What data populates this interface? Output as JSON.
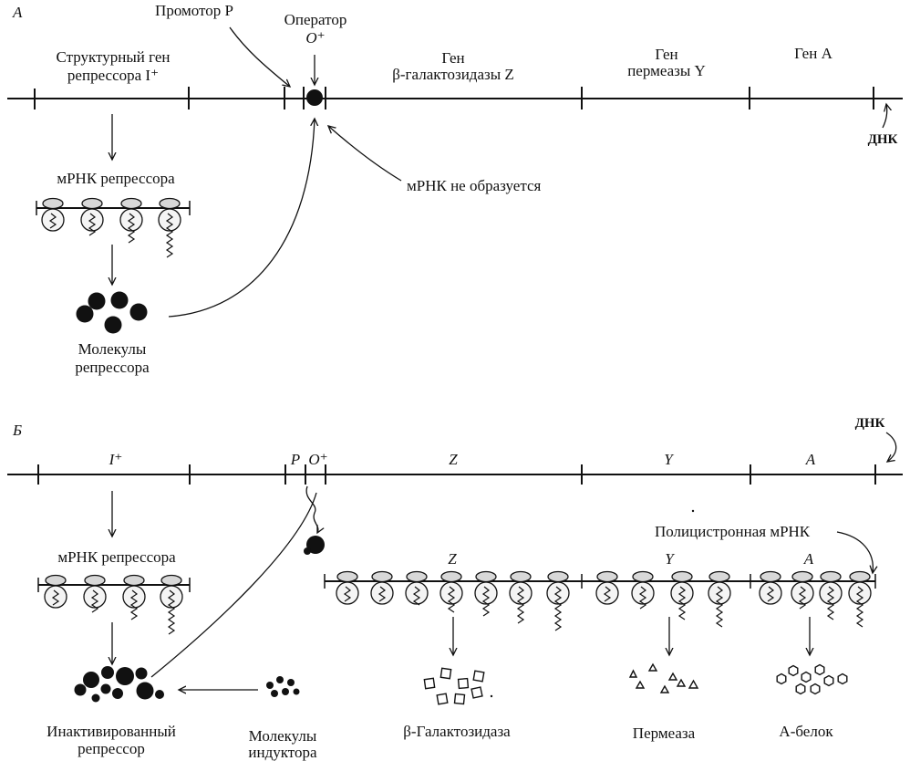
{
  "panel_a": {
    "letter": "А",
    "promoter": "Промотор P",
    "operator_word": "Оператор",
    "operator_symbol": "O⁺",
    "repressor_gene_line1": "Структурный ген",
    "repressor_gene_line2": "репрессора I⁺",
    "gene_z_line1": "Ген",
    "gene_z_line2": "β-галактозидазы Z",
    "gene_y_line1": "Ген",
    "gene_y_line2": "пермеазы Y",
    "gene_a": "Ген A",
    "dna": "ДНК",
    "mrna_repressor": "мРНК репрессора",
    "no_mrna": "мРНК не образуется",
    "molecules_line1": "Молекулы",
    "molecules_line2": "репрессора"
  },
  "panel_b": {
    "letter": "Б",
    "dna": "ДНК",
    "seg_i": "I⁺",
    "seg_p": "P",
    "seg_o": "O⁺",
    "seg_z": "Z",
    "seg_y": "Y",
    "seg_a": "A",
    "mrna_repressor": "мРНК репрессора",
    "polycistronic": "Полицистронная мРНК",
    "z_sub": "Z",
    "y_sub": "Y",
    "a_sub": "A",
    "inactivated_line1": "Инактивированный",
    "inactivated_line2": "репрессор",
    "inducer_line1": "Молекулы",
    "inducer_line2": "индуктора",
    "product_z": "β-Галактозидаза",
    "product_y": "Пермеаза",
    "product_a": "А-белок"
  },
  "icons": [
    "ribosome-icon",
    "repressor-molecule-icon",
    "inducer-molecule-icon",
    "square-icon",
    "triangle-icon",
    "hexagon-icon"
  ]
}
